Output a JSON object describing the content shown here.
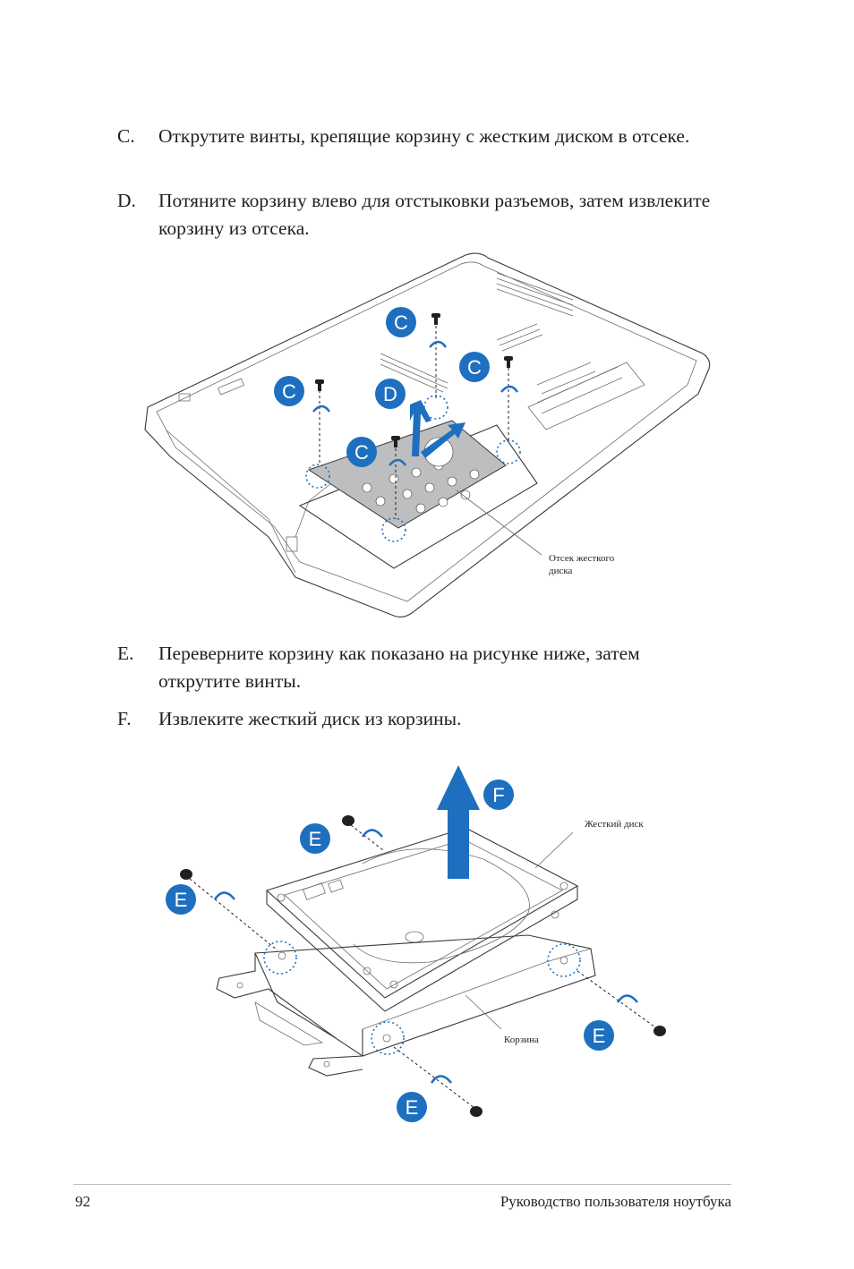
{
  "steps": [
    {
      "letter": "C.",
      "text": "Открутите винты, крепящие корзину с жестким диском в отсеке."
    },
    {
      "letter": "D.",
      "text": "Потяните корзину влево для отстыковки разъемов, затем извлеките корзину из отсека."
    },
    {
      "letter": "E.",
      "text": "Переверните корзину как показано на рисунке ниже, затем открутите винты."
    },
    {
      "letter": "F.",
      "text": "Извлеките жесткий диск из корзины."
    }
  ],
  "figure1": {
    "callouts": [
      "C",
      "C",
      "C",
      "C",
      "D"
    ],
    "label_line1": "Отсек жесткого",
    "label_line2": "диска"
  },
  "figure2": {
    "callouts": [
      "E",
      "E",
      "E",
      "E",
      "F"
    ],
    "label_hdd": "Жесткий диск",
    "label_caddy": "Корзина"
  },
  "footer": {
    "page_number": "92",
    "title": "Руководство пользователя ноутбука"
  },
  "colors": {
    "accent": "#1e6fbf",
    "text": "#231f20",
    "rule": "#bcbec0"
  }
}
